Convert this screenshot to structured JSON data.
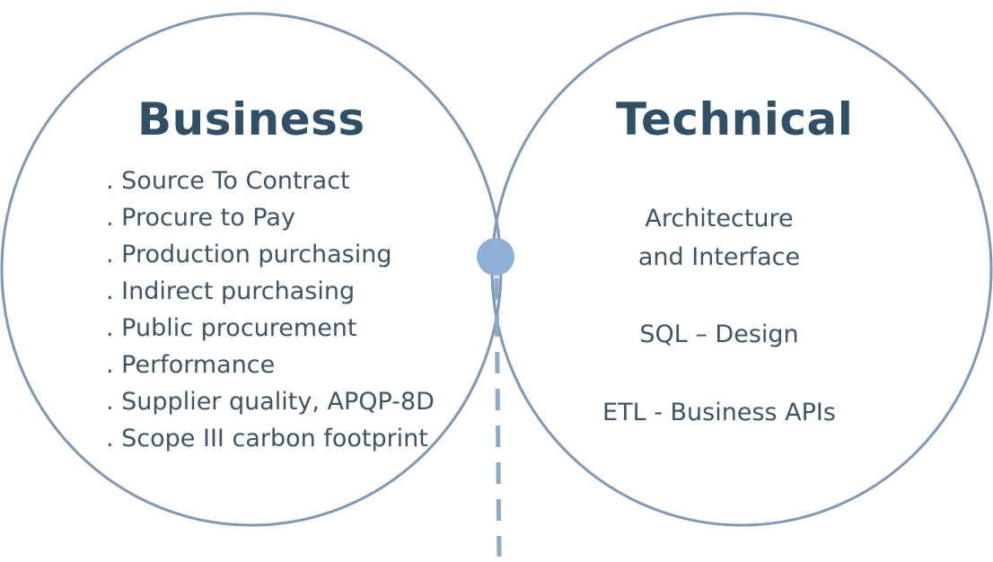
{
  "business": {
    "title": "Business",
    "items": [
      ". Source To Contract",
      ". Procure to Pay",
      ". Production purchasing",
      ". Indirect purchasing",
      ". Public procurement",
      ". Performance",
      ". Supplier quality, APQP-8D",
      ". Scope III carbon footprint"
    ]
  },
  "technical": {
    "title": "Technical",
    "items": [
      "Architecture",
      "and Interface",
      "SQL – Design",
      "ETL - Business APIs"
    ]
  },
  "colors": {
    "circle_stroke": "#7f98b4",
    "intersection_fill": "#dfe9f5",
    "dot": "#8fb0d6",
    "dashed_line": "#8fa9c6",
    "title_text": "#2f5066",
    "body_text": "#3d5568"
  }
}
